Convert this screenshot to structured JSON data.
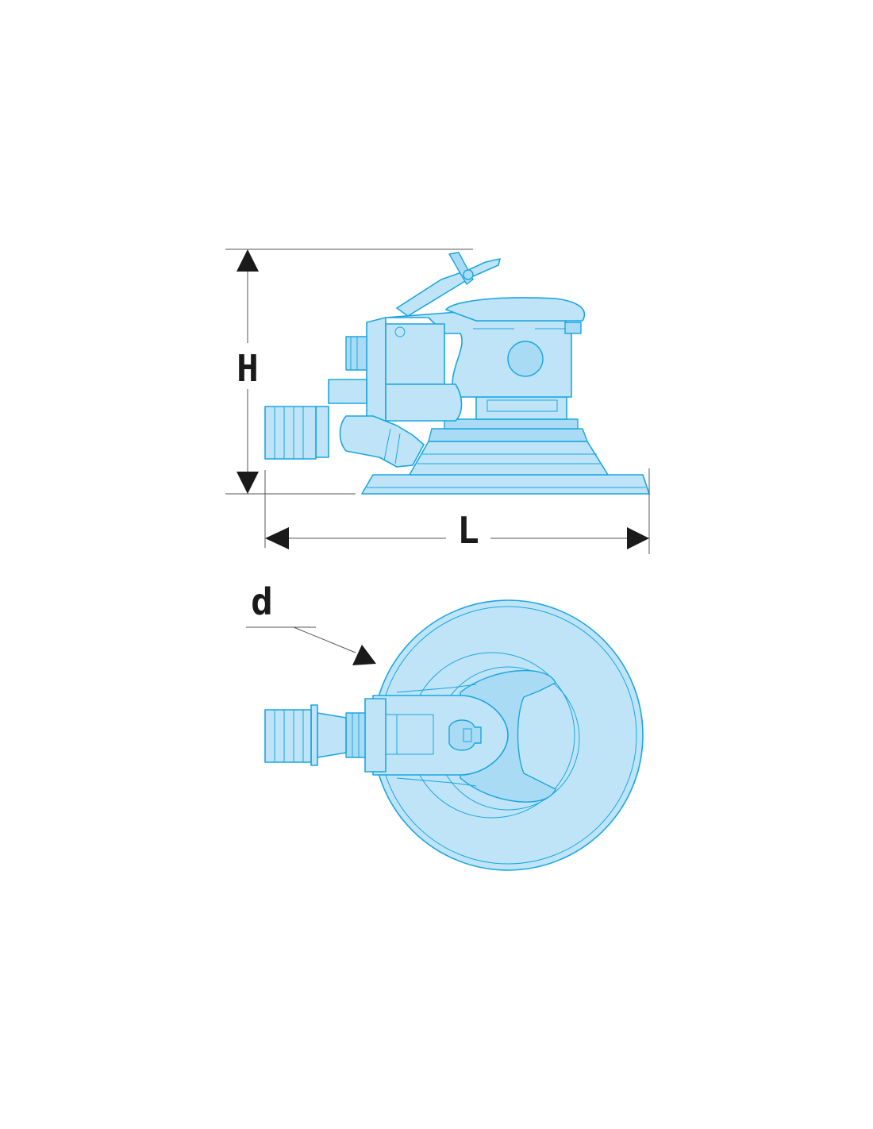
{
  "labels": {
    "height": "H",
    "length": "L",
    "diameter": "d"
  },
  "colors": {
    "outline": "#1aa6e0",
    "fill": "#bfe4f8",
    "dimension": "#1a1a1a"
  }
}
